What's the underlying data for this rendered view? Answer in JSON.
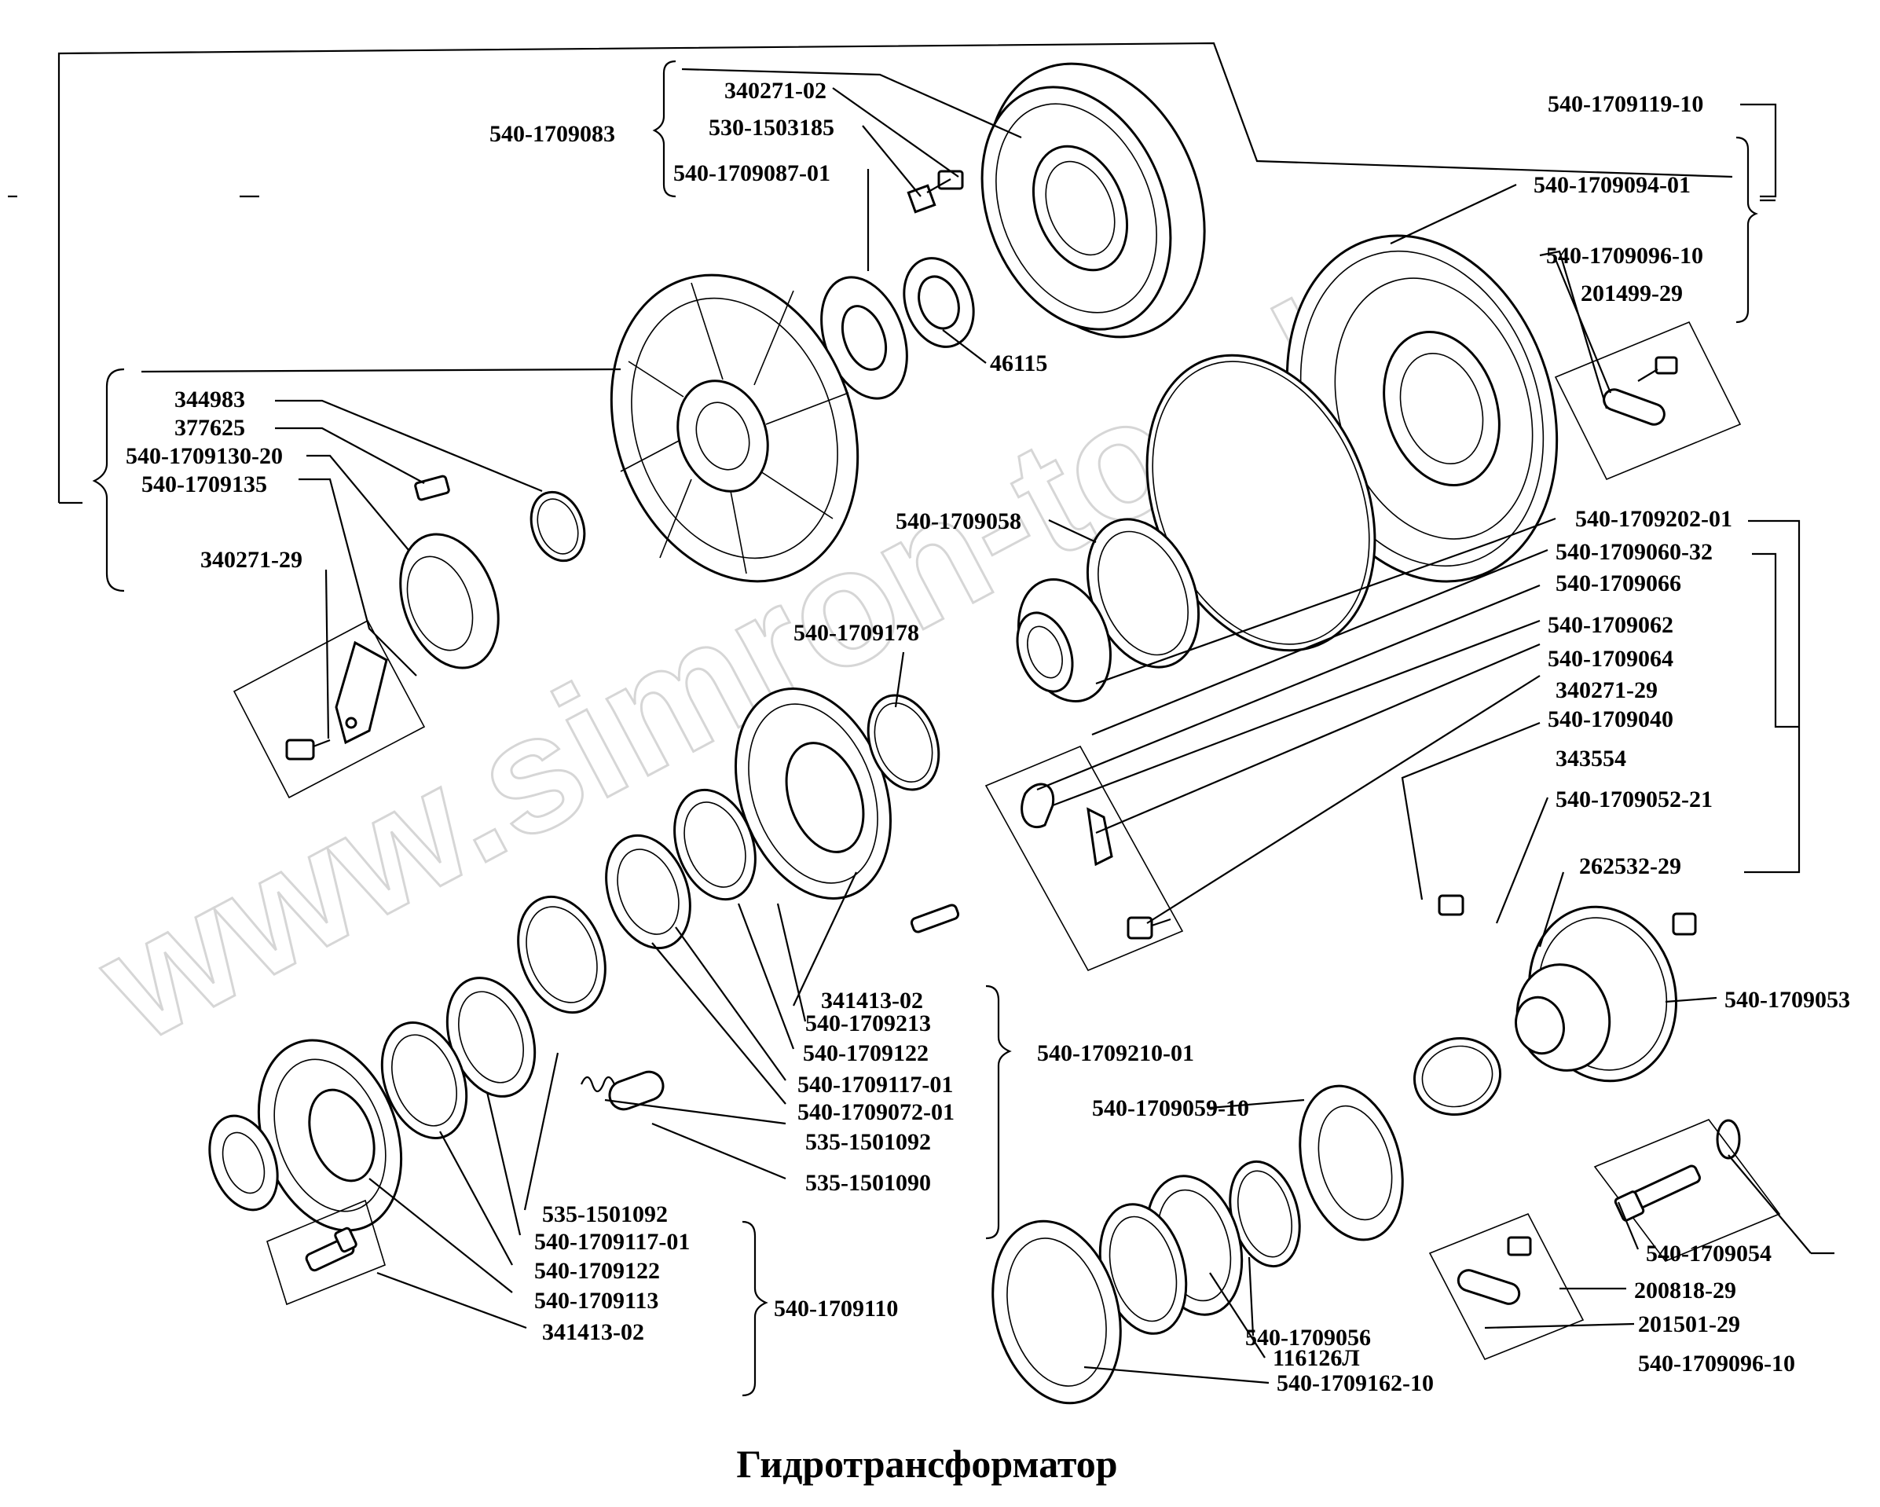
{
  "title": "Гидротрансформатор",
  "watermark": "www.simron-too.kz",
  "labels": {
    "l01": "340271-02",
    "l02": "530-1503185",
    "l03": "540-1709083",
    "l04": "540-1709087-01",
    "l05": "540-1709119-10",
    "l06": "540-1709094-01",
    "l07": "540-1709096-10",
    "l08": "201499-29",
    "l09": "46115",
    "l10": "344983",
    "l11": "377625",
    "l12": "540-1709130-20",
    "l13": "540-1709135",
    "l14": "340271-29",
    "l15": "540-1709058",
    "l16": "540-1709202-01",
    "l17": "540-1709060-32",
    "l18": "540-1709066",
    "l19": "540-1709062",
    "l20": "540-1709064",
    "l21": "340271-29",
    "l22": "540-1709040",
    "l23": "343554",
    "l24": "540-1709052-21",
    "l25": "262532-29",
    "l26": "540-1709053",
    "l27": "540-1709178",
    "l28": "341413-02",
    "l29": "540-1709213",
    "l30": "540-1709122",
    "l31": "540-1709210-01",
    "l32": "540-1709117-01",
    "l33": "540-1709072-01",
    "l34": "535-1501092",
    "l35": "535-1501090",
    "l36": "540-1709059-10",
    "l37": "535-1501092",
    "l38": "540-1709117-01",
    "l39": "540-1709122",
    "l40": "540-1709113",
    "l41": "540-1709110",
    "l42": "341413-02",
    "l43": "540-1709054",
    "l44": "200818-29",
    "l45": "201501-29",
    "l46": "540-1709056",
    "l47": "116126Л",
    "l48": "540-1709162-10",
    "l49": "540-1709096-10"
  }
}
